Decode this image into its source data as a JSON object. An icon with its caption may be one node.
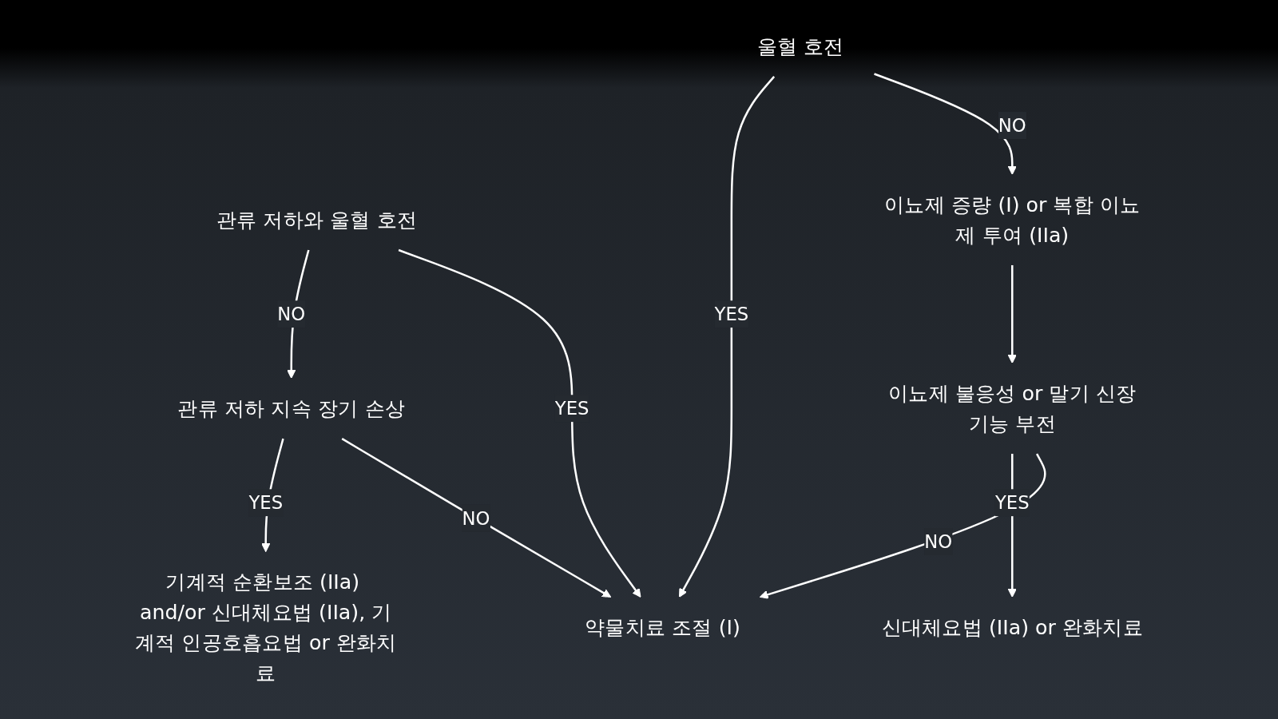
{
  "diagram": {
    "nodes": [
      {
        "text": [
          "울혈 호전"
        ]
      },
      {
        "text": [
          "관류 저하와 울혈 호전"
        ]
      },
      {
        "text": [
          "이뇨제 증량 (I) or 복합 이뇨제 투여 (IIa)"
        ]
      },
      {
        "text": [
          "약물치료 조절 (I)"
        ]
      },
      {
        "text": [
          "이뇨제 불응성 or 말기 신장기능 부전"
        ]
      },
      {
        "text": [
          "관류 저하 지속 장기 손상"
        ]
      },
      {
        "text": [
          "신대체요법 (IIa) or 완화치료"
        ]
      },
      {
        "text": [
          "기계적 순환보조 (IIa) and/or 신대체요법 (IIa), 기계적 인공호흡요법 or 완화치료"
        ]
      }
    ],
    "edges": [
      {
        "from": 0,
        "to": 2,
        "arrow": "to",
        "label": "NO"
      },
      {
        "from": 0,
        "to": 3,
        "arrow": "to",
        "label": "YES"
      },
      {
        "from": 1,
        "to": 3,
        "arrow": "to",
        "label": "YES"
      },
      {
        "from": 1,
        "to": 5,
        "arrow": "to",
        "label": "NO"
      },
      {
        "from": 2,
        "to": 4,
        "arrow": "to"
      },
      {
        "from": 4,
        "to": 3,
        "arrow": "to",
        "label": "NO"
      },
      {
        "from": 5,
        "to": 3,
        "arrow": "to",
        "label": "NO"
      },
      {
        "from": 4,
        "to": 6,
        "arrow": "to",
        "label": "YES"
      },
      {
        "from": 5,
        "to": 7,
        "arrow": "to",
        "label": "YES"
      }
    ]
  }
}
